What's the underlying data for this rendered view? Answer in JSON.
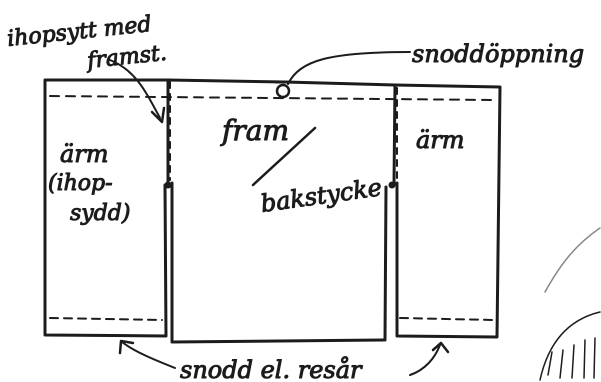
{
  "labels": {
    "ihopsytt_line1": "ihopsytt med",
    "ihopsytt_line2": "framst.",
    "snoddoppning": "snoddöppning",
    "arm_left": "ärm",
    "ihop_line1": "(ihop-",
    "ihop_line2": "sydd)",
    "fram": "fram",
    "bakstycke": "bakstycke",
    "arm_right": "ärm",
    "snodd_resar": "snodd el. resår"
  },
  "colors": {
    "ink": "#1c1c1c",
    "paper": "#ffffff"
  }
}
